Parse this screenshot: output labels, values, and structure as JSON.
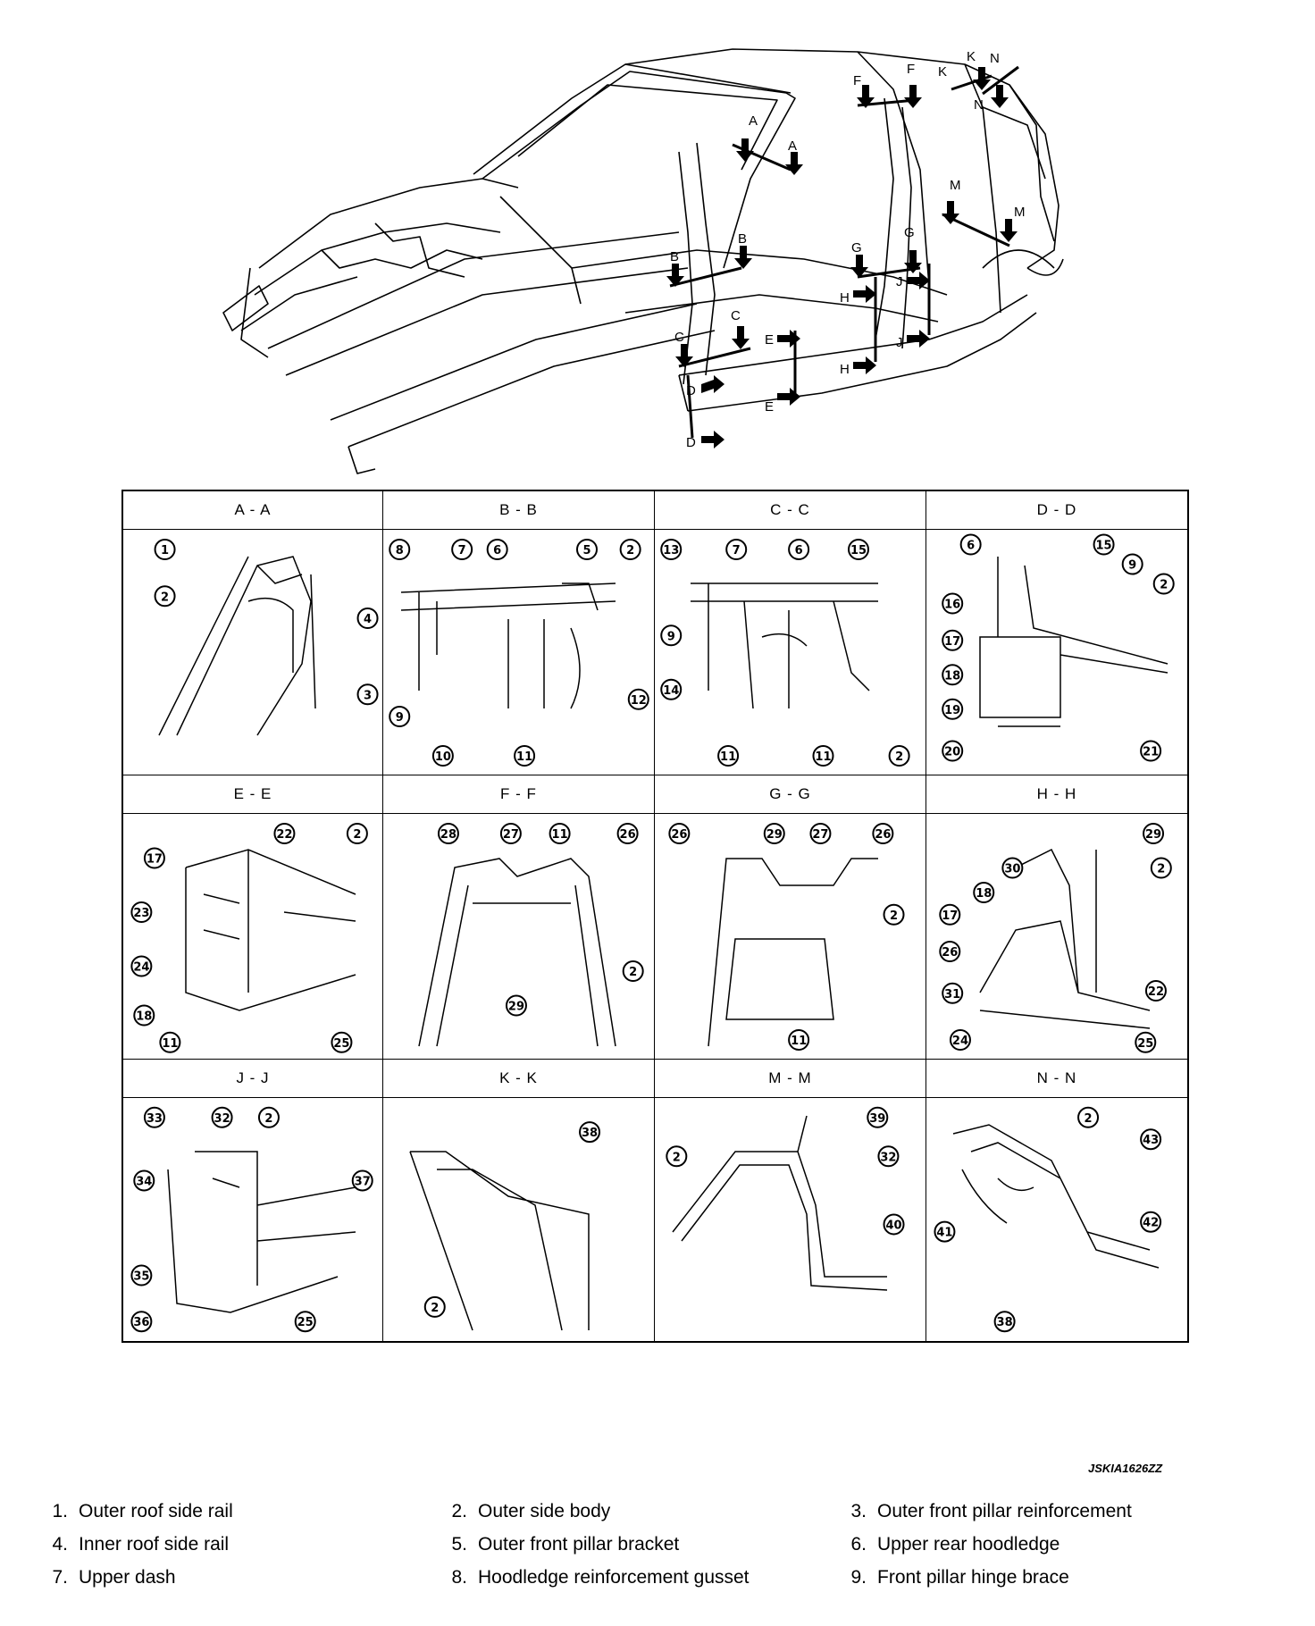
{
  "overview": {
    "section_markers": [
      "A",
      "A",
      "B",
      "B",
      "C",
      "C",
      "D",
      "D",
      "E",
      "E",
      "F",
      "F",
      "G",
      "G",
      "H",
      "H",
      "J",
      "J",
      "K",
      "K",
      "M",
      "M",
      "N",
      "N"
    ]
  },
  "sections": [
    {
      "title": "A - A",
      "callouts": [
        "1",
        "2",
        "3",
        "4"
      ]
    },
    {
      "title": "B - B",
      "callouts": [
        "8",
        "7",
        "6",
        "5",
        "2",
        "9",
        "10",
        "11",
        "12"
      ]
    },
    {
      "title": "C - C",
      "callouts": [
        "13",
        "7",
        "6",
        "15",
        "9",
        "14",
        "11",
        "11",
        "2"
      ]
    },
    {
      "title": "D - D",
      "callouts": [
        "6",
        "15",
        "9",
        "2",
        "16",
        "17",
        "18",
        "19",
        "20",
        "21"
      ]
    },
    {
      "title": "E - E",
      "callouts": [
        "17",
        "22",
        "2",
        "23",
        "24",
        "18",
        "11",
        "25"
      ]
    },
    {
      "title": "F - F",
      "callouts": [
        "28",
        "27",
        "11",
        "26",
        "2",
        "29"
      ]
    },
    {
      "title": "G - G",
      "callouts": [
        "26",
        "29",
        "27",
        "26",
        "2",
        "11"
      ]
    },
    {
      "title": "H - H",
      "callouts": [
        "29",
        "30",
        "2",
        "18",
        "17",
        "26",
        "31",
        "22",
        "24",
        "25"
      ]
    },
    {
      "title": "J - J",
      "callouts": [
        "33",
        "32",
        "2",
        "34",
        "37",
        "35",
        "36",
        "25"
      ]
    },
    {
      "title": "K - K",
      "callouts": [
        "38",
        "2"
      ]
    },
    {
      "title": "M - M",
      "callouts": [
        "39",
        "2",
        "32",
        "40"
      ]
    },
    {
      "title": "N - N",
      "callouts": [
        "2",
        "43",
        "41",
        "42",
        "38"
      ]
    }
  ],
  "figure_id": "JSKIA1626ZZ",
  "legend": [
    {
      "num": "1.",
      "text": "Outer roof side rail"
    },
    {
      "num": "2.",
      "text": "Outer side body"
    },
    {
      "num": "3.",
      "text": "Outer front pillar reinforcement"
    },
    {
      "num": "4.",
      "text": "Inner roof side rail"
    },
    {
      "num": "5.",
      "text": "Outer front pillar bracket"
    },
    {
      "num": "6.",
      "text": "Upper rear hoodledge"
    },
    {
      "num": "7.",
      "text": "Upper dash"
    },
    {
      "num": "8.",
      "text": "Hoodledge reinforcement gusset"
    },
    {
      "num": "9.",
      "text": "Front pillar hinge brace"
    }
  ]
}
